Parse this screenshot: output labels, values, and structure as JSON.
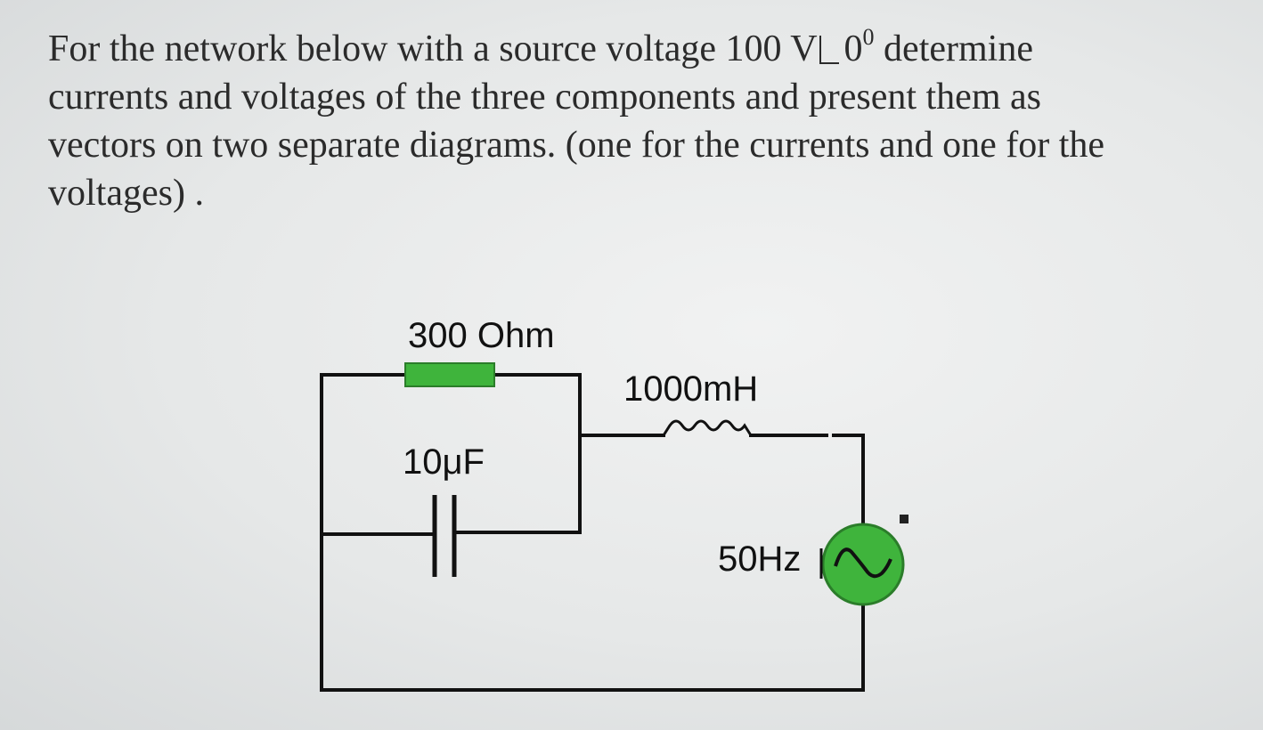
{
  "problem": {
    "line1_before": "For the network below with a source voltage 100 V",
    "line1_angle": "0",
    "line1_superscript": "0",
    "line1_after": " determine",
    "line2": "currents and voltages of the three components and present them as",
    "line3": "vectors on two separate diagrams. (one for the currents and one for the",
    "line4": "voltages) ."
  },
  "circuit": {
    "resistor_label": "300 Ohm",
    "inductor_label": "1000mH",
    "capacitor_label": "10μF",
    "source_label": "50Hz",
    "component_color": "#3fb43c",
    "wire_color": "#111111"
  }
}
